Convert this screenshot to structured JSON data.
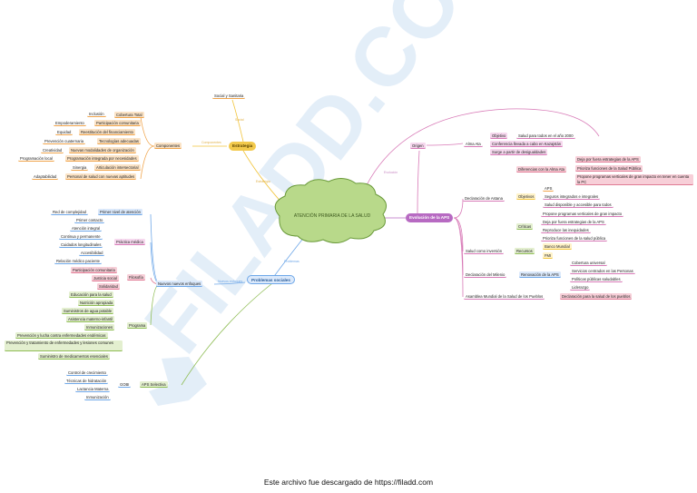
{
  "central": "ATENCIÓN PRIMARIA DE LA SALUD",
  "watermark": "FILADD.COM",
  "footer": "Este archivo fue descargado de https://filadd.com",
  "link_labels": {
    "estrategia": "Estrategia",
    "evolucion": "Evolución",
    "problemas": "Problemas",
    "social": "Social",
    "componentes": "Componentes",
    "enfoques": "Nuevos enfoques"
  },
  "estrategia": {
    "title": "Estrategia",
    "social": "Social y Sanitaria",
    "componentes": {
      "title": "Componentes",
      "items": [
        {
          "name": "Inclusión",
          "value": "Cobertura Total"
        },
        {
          "name": "Empoderamiento",
          "value": "Participación comunitaria"
        },
        {
          "name": "Equidad",
          "value": "Reestitución del financiamiento"
        },
        {
          "name": "Prevención cuaternaria",
          "value": "Tecnologías adecuadas"
        },
        {
          "name": "Creatividad",
          "value": "Nuevas modalidades de organización"
        },
        {
          "name": "Programación local",
          "value": "Programación integrada por necesidades"
        },
        {
          "name": "Sinergia",
          "value": "Articulación intersectorial"
        },
        {
          "name": "Adaptabilidad",
          "value": "Personal de salud con nuevas aptitudes"
        }
      ]
    }
  },
  "evolucion": {
    "title": "Evolución de la APS",
    "origen": {
      "title": "Origen",
      "alma_ata": "Alma Ata",
      "objetivo_label": "Objetivo",
      "objetivo_value": "Salud para todos en el año 2000",
      "conferencia": "Conferencia llevada a cabo en Kazajstán",
      "surge": "Surge a partir de desigualdades"
    },
    "astana": {
      "title": "Declaración de Astana",
      "diferencias": {
        "title": "Diferencias con la Alma Ata",
        "items": [
          "Deja por fuera estrategias de la APS",
          "Prioriza funciones de la Salud Pública",
          "Propone programas verticales de gran impacto en tener en cuenta la PC"
        ]
      },
      "objetivos": {
        "title": "Objetivos",
        "items": [
          "APS",
          "Seguros integrados e integrales",
          "Salud disponible y accesible para todos"
        ]
      },
      "criticas": {
        "title": "Críticas",
        "items": [
          "Propone programas verticales de gran impacto",
          "Deja por fuera estrategias de la APS",
          "Reproduce las inequidades",
          "Prioriza funciones de la salud pública"
        ]
      }
    },
    "salud_inversion": {
      "title": "Salud como inversión",
      "recursos": "Recursos",
      "items": [
        "Banco Mundial",
        "FMI"
      ]
    },
    "milenio": {
      "title": "Declaración del Milenio",
      "renovacion": "Renovación de la APS",
      "items": [
        "Cobertura universal",
        "Servicios centrados en las Personas",
        "Políticas públicas saludables",
        "Liderazgo"
      ]
    },
    "asamblea": {
      "title": "Asamblea Mundial de la Salud de los Pueblos",
      "value": "Declaración para la salud de los pueblos"
    }
  },
  "problemas": {
    "title": "Problemas sociales",
    "enfoques": {
      "title": "Nuevos nuevos enfoques",
      "primer_nivel": {
        "title": "Primer nivel de atención",
        "red": "Red de complejidad",
        "items": [
          "Primer contacto",
          "Atención integral"
        ]
      },
      "practica": {
        "title": "Práctica médica",
        "items": [
          "Continua y permanente",
          "Cuidados longitudinales",
          "Accesibilidad",
          "Relación médico paciente"
        ]
      },
      "filosofia": {
        "title": "Filosofía",
        "items": [
          "Participación comunitaria",
          "Justicia social",
          "Solidaridad"
        ]
      },
      "programa": {
        "title": "Programa",
        "items": [
          "Educación para la salud",
          "Nutrición apropiada",
          "Suministros de agua potable",
          "Asistencia materno-infantil",
          "Inmunizaciones",
          "Prevención y lucha contra enfermedades endémicas",
          "Prevención y tratamiento de enfermedades y lesiones comunes",
          "Suministro de medicamentos esenciales"
        ]
      }
    },
    "selectiva": {
      "title": "APS Selectiva",
      "gobi": "GOBI",
      "items": [
        "Control de crecimiento",
        "Técnicas de hidratación",
        "Lactancia Materna",
        "Inmunización"
      ]
    }
  }
}
